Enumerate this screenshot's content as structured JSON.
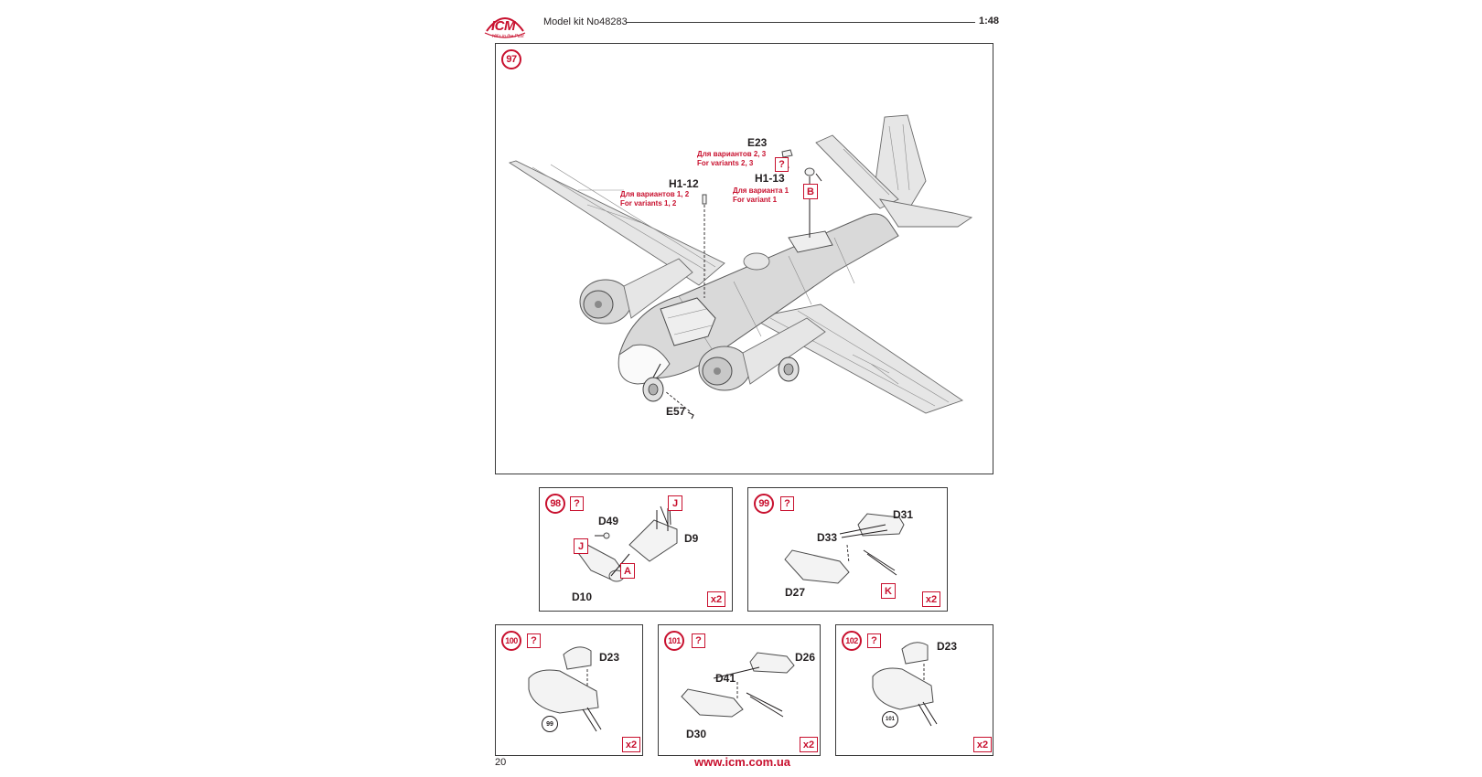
{
  "header": {
    "brand": "ICM",
    "brand_tagline": "Hit's in the Past",
    "title": "Model kit No48283",
    "scale": "1:48"
  },
  "steps": {
    "s97": {
      "number": "97",
      "labels": {
        "e23": "E23",
        "h1_12": "H1-12",
        "h1_13": "H1-13",
        "e57": "E57"
      },
      "notes": {
        "e23_ru": "Для вариантов 2, 3",
        "e23_en": "For variants 2, 3",
        "h1_12_ru": "Для вариантов 1, 2",
        "h1_12_en": "For variants 1, 2",
        "h1_13_ru": "Для варианта 1",
        "h1_13_en": "For variant 1"
      },
      "question": "?",
      "paint_letter": "B"
    },
    "s98": {
      "number": "98",
      "question": "?",
      "labels": {
        "d49": "D49",
        "d9": "D9",
        "d10": "D10"
      },
      "paint_j1": "J",
      "paint_j2": "J",
      "paint_a": "A",
      "multiplier": "x2"
    },
    "s99": {
      "number": "99",
      "question": "?",
      "labels": {
        "d31": "D31",
        "d33": "D33",
        "d27": "D27"
      },
      "paint_k": "K",
      "multiplier": "x2"
    },
    "s100": {
      "number": "100",
      "question": "?",
      "labels": {
        "d23": "D23"
      },
      "ref": "99",
      "multiplier": "x2"
    },
    "s101": {
      "number": "101",
      "question": "?",
      "labels": {
        "d26": "D26",
        "d41": "D41",
        "d30": "D30"
      },
      "multiplier": "x2"
    },
    "s102": {
      "number": "102",
      "question": "?",
      "labels": {
        "d23": "D23"
      },
      "ref": "101",
      "multiplier": "x2"
    }
  },
  "footer": {
    "page_number": "20",
    "url": "www.icm.com.ua"
  },
  "colors": {
    "accent_red": "#c8102e",
    "line_dark": "#231f20",
    "part_grey": "#d9d9d9"
  }
}
